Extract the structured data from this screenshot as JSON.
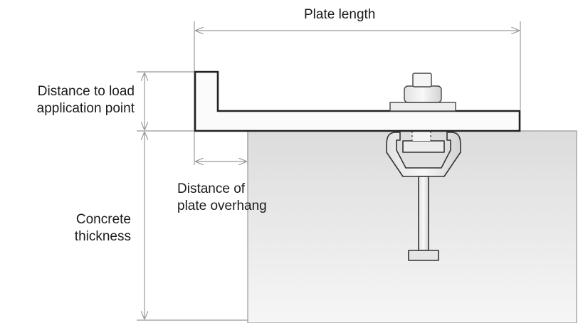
{
  "labels": {
    "plate_length": "Plate length",
    "load_point": {
      "line1": "Distance to load",
      "line2": "application point"
    },
    "overhang": {
      "line1": "Distance of",
      "line2": "plate overhang"
    },
    "concrete": {
      "line1": "Concrete",
      "line2": "thickness"
    }
  },
  "colors": {
    "dimension_line": "#999999",
    "outline": "#333333",
    "concrete_top": "#dcdcdc",
    "concrete_bottom": "#f6f6f6",
    "metal_light": "#f4f4f4",
    "metal_mid": "#cfcfcf"
  }
}
